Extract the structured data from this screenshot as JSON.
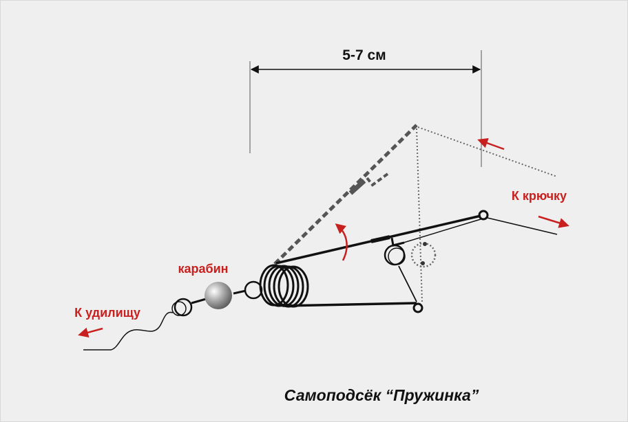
{
  "title": "Самоподсёк “Пружинка”",
  "dimension": "5-7 см",
  "labels": {
    "to_hook": "К крючку",
    "carabiner": "карабин",
    "to_rod": "К удилищу"
  },
  "colors": {
    "accent": "#c8201e",
    "line": "#111111",
    "ghost": "#555555",
    "background": "#efefef"
  }
}
